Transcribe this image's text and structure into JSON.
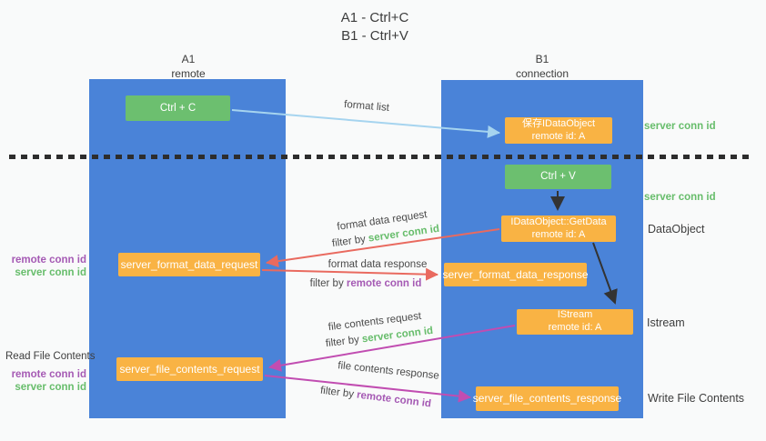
{
  "title": {
    "line1": "A1 - Ctrl+C",
    "line2": "B1 - Ctrl+V"
  },
  "lanes": {
    "left": {
      "name": "A1",
      "role": "remote"
    },
    "right": {
      "name": "B1",
      "role": "connection"
    }
  },
  "boxes": {
    "ctrl_c": "Ctrl + C",
    "ctrl_v": "Ctrl + V",
    "save_idataobject": {
      "line1": "保存IDataObject",
      "line2": "remote id: A"
    },
    "getdata": {
      "line1": "IDataObject::GetData",
      "line2": "remote id: A"
    },
    "istream": {
      "line1": "IStream",
      "line2": "remote id: A"
    },
    "server_format_data_request": "server_format_data_request",
    "server_format_data_response": "server_format_data_response",
    "server_file_contents_request": "server_file_contents_request",
    "server_file_contents_response": "server_file_contents_response"
  },
  "arrow_labels": {
    "format_list": "format list",
    "format_data_request": "format data request",
    "format_data_response": "format data response",
    "file_contents_request": "file contents request",
    "file_contents_response": "file contents response",
    "filter_by": "filter by",
    "server_conn_id": "server conn id",
    "remote_conn_id": "remote conn id"
  },
  "side_annotations": {
    "server_conn_id_top": "server conn id",
    "server_conn_id_mid": "server conn id",
    "dataobject": "DataObject",
    "istream": "Istream",
    "write_file_contents": "Write File Contents",
    "read_file_contents": "Read File Contents",
    "remote_conn_id_format": "remote conn id",
    "server_conn_id_format": "server conn id",
    "remote_conn_id_file": "remote conn id",
    "server_conn_id_file": "server conn id"
  },
  "colors": {
    "lane_blue": "#4a83d8",
    "box_orange": "#f9b344",
    "box_green": "#6cbf6f",
    "arrow_light_blue": "#a6d4ef",
    "arrow_red": "#e96a5f",
    "arrow_magenta": "#c14db1",
    "arrow_black": "#333333",
    "text_green": "#67bd6b",
    "text_purple": "#a55ab4",
    "divider_black": "#2d2d2d",
    "background": "#f9fafa"
  }
}
